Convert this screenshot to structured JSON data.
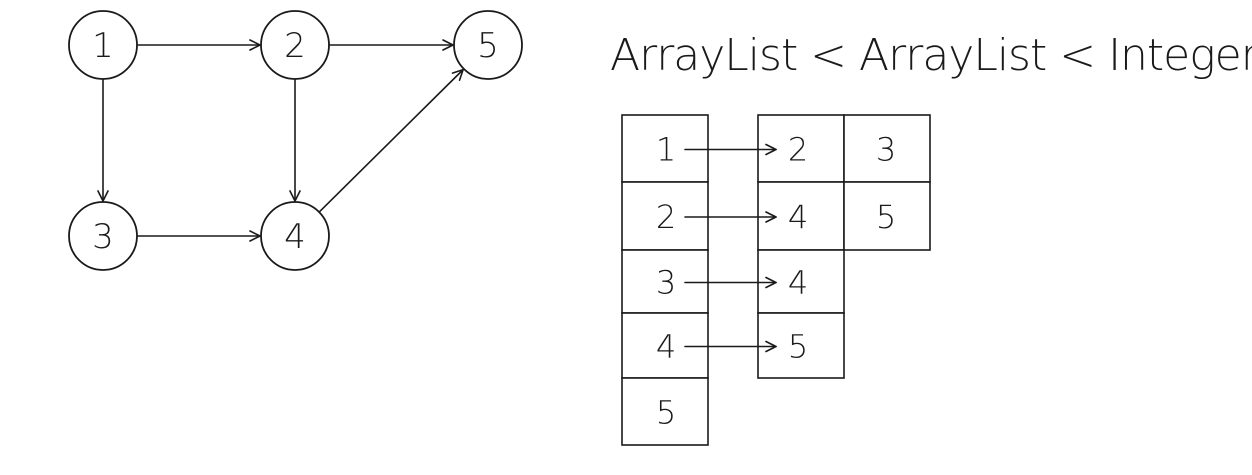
{
  "title": "ArrayList < ArrayList < Integer> > A",
  "graph": {
    "nodes": [
      {
        "id": "1",
        "label": "1"
      },
      {
        "id": "2",
        "label": "2"
      },
      {
        "id": "5",
        "label": "5"
      },
      {
        "id": "3",
        "label": "3"
      },
      {
        "id": "4",
        "label": "4"
      }
    ],
    "edges": [
      {
        "from": "1",
        "to": "2"
      },
      {
        "from": "2",
        "to": "5"
      },
      {
        "from": "1",
        "to": "3"
      },
      {
        "from": "2",
        "to": "4"
      },
      {
        "from": "3",
        "to": "4"
      },
      {
        "from": "4",
        "to": "5"
      }
    ]
  },
  "adjacency_list": {
    "index": [
      "1",
      "2",
      "3",
      "4",
      "5"
    ],
    "rows": [
      {
        "key": "1",
        "neighbors": [
          "2",
          "3"
        ]
      },
      {
        "key": "2",
        "neighbors": [
          "4",
          "5"
        ]
      },
      {
        "key": "3",
        "neighbors": [
          "4"
        ]
      },
      {
        "key": "4",
        "neighbors": [
          "5"
        ]
      },
      {
        "key": "5",
        "neighbors": []
      }
    ]
  },
  "colors": {
    "ink": "#1a1a1a",
    "background": "#ffffff"
  }
}
